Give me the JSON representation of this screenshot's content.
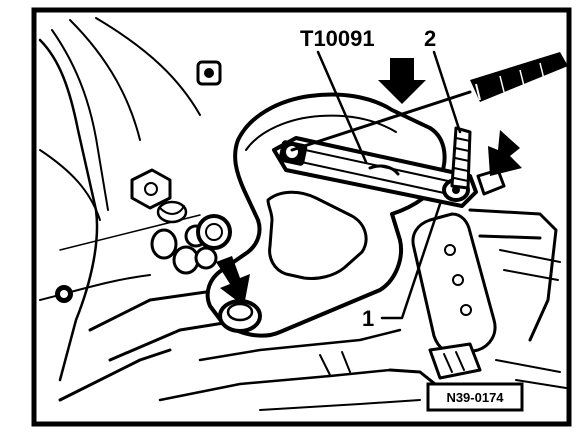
{
  "labels": {
    "tool": "T10091",
    "item_1": "1",
    "item_2": "2"
  },
  "reference_code": "N39-0174",
  "colors": {
    "ink": "#000000",
    "paper": "#ffffff"
  }
}
